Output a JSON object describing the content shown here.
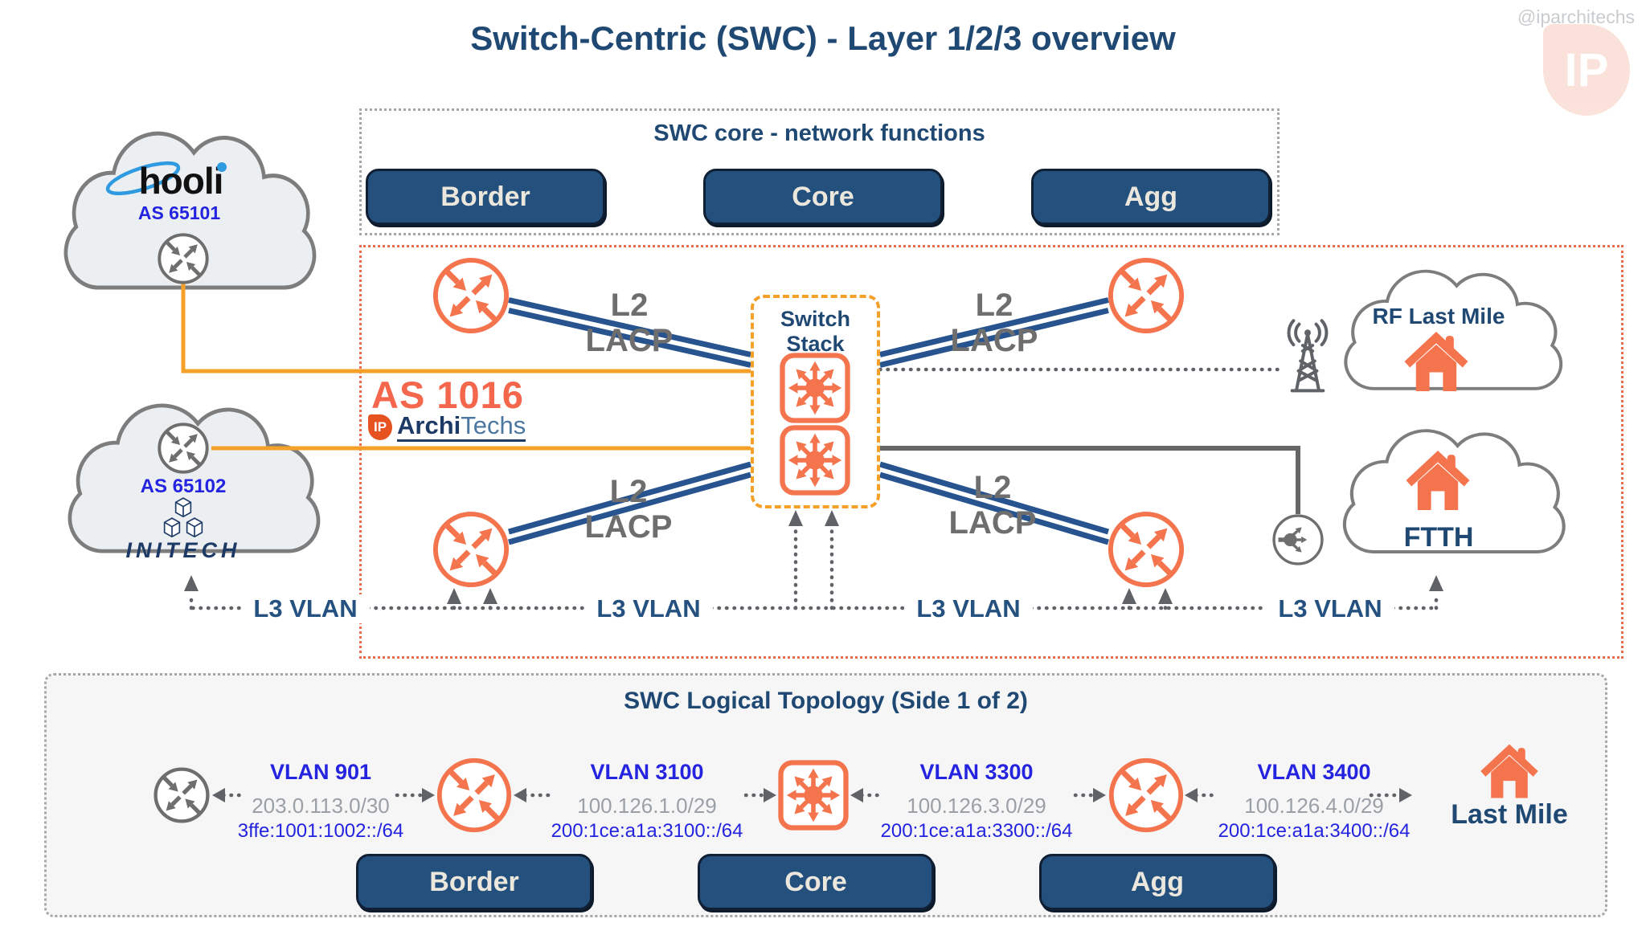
{
  "page": {
    "title": "Switch-Centric (SWC) - Layer 1/2/3 overview",
    "watermark_handle": "@iparchitechs",
    "watermark_logo_text": "IP"
  },
  "colors": {
    "navy": "#1f4873",
    "coral": "#f4744e",
    "amber": "#f5a028",
    "link_blue": "#27538f",
    "vlan_blue": "#2323e0",
    "gray": "#6e6e6e"
  },
  "clouds": {
    "hooli": {
      "brand": "hooli",
      "asn": "AS 65101"
    },
    "initech": {
      "brand": "INITECH",
      "asn": "AS 65102"
    },
    "rf_last_mile": {
      "label": "RF Last Mile"
    },
    "ftth": {
      "label": "FTTH"
    },
    "last_mile": {
      "label": "Last Mile"
    }
  },
  "core_box": {
    "title": "SWC core - network functions",
    "buttons": [
      {
        "label": "Border"
      },
      {
        "label": "Core"
      },
      {
        "label": "Agg"
      }
    ]
  },
  "physical": {
    "as_label": "AS 1016",
    "brand_prefix": "Archi",
    "brand_suffix": "Techs",
    "brand_logo_text": "IP",
    "switch_stack_label": "Switch Stack",
    "l2": "L2",
    "lacp": "LACP",
    "l3_vlan": "L3 VLAN"
  },
  "logical": {
    "title": "SWC Logical Topology (Side 1 of 2)",
    "links": [
      {
        "vlan": "VLAN 901",
        "ipv4": "203.0.113.0/30",
        "ipv6": "3ffe:1001:1002::/64"
      },
      {
        "vlan": "VLAN 3100",
        "ipv4": "100.126.1.0/29",
        "ipv6": "200:1ce:a1a:3100::/64"
      },
      {
        "vlan": "VLAN 3300",
        "ipv4": "100.126.3.0/29",
        "ipv6": "200:1ce:a1a:3300::/64"
      },
      {
        "vlan": "VLAN 3400",
        "ipv4": "100.126.4.0/29",
        "ipv6": "200:1ce:a1a:3400::/64"
      }
    ],
    "buttons": [
      {
        "label": "Border"
      },
      {
        "label": "Core"
      },
      {
        "label": "Agg"
      }
    ]
  }
}
